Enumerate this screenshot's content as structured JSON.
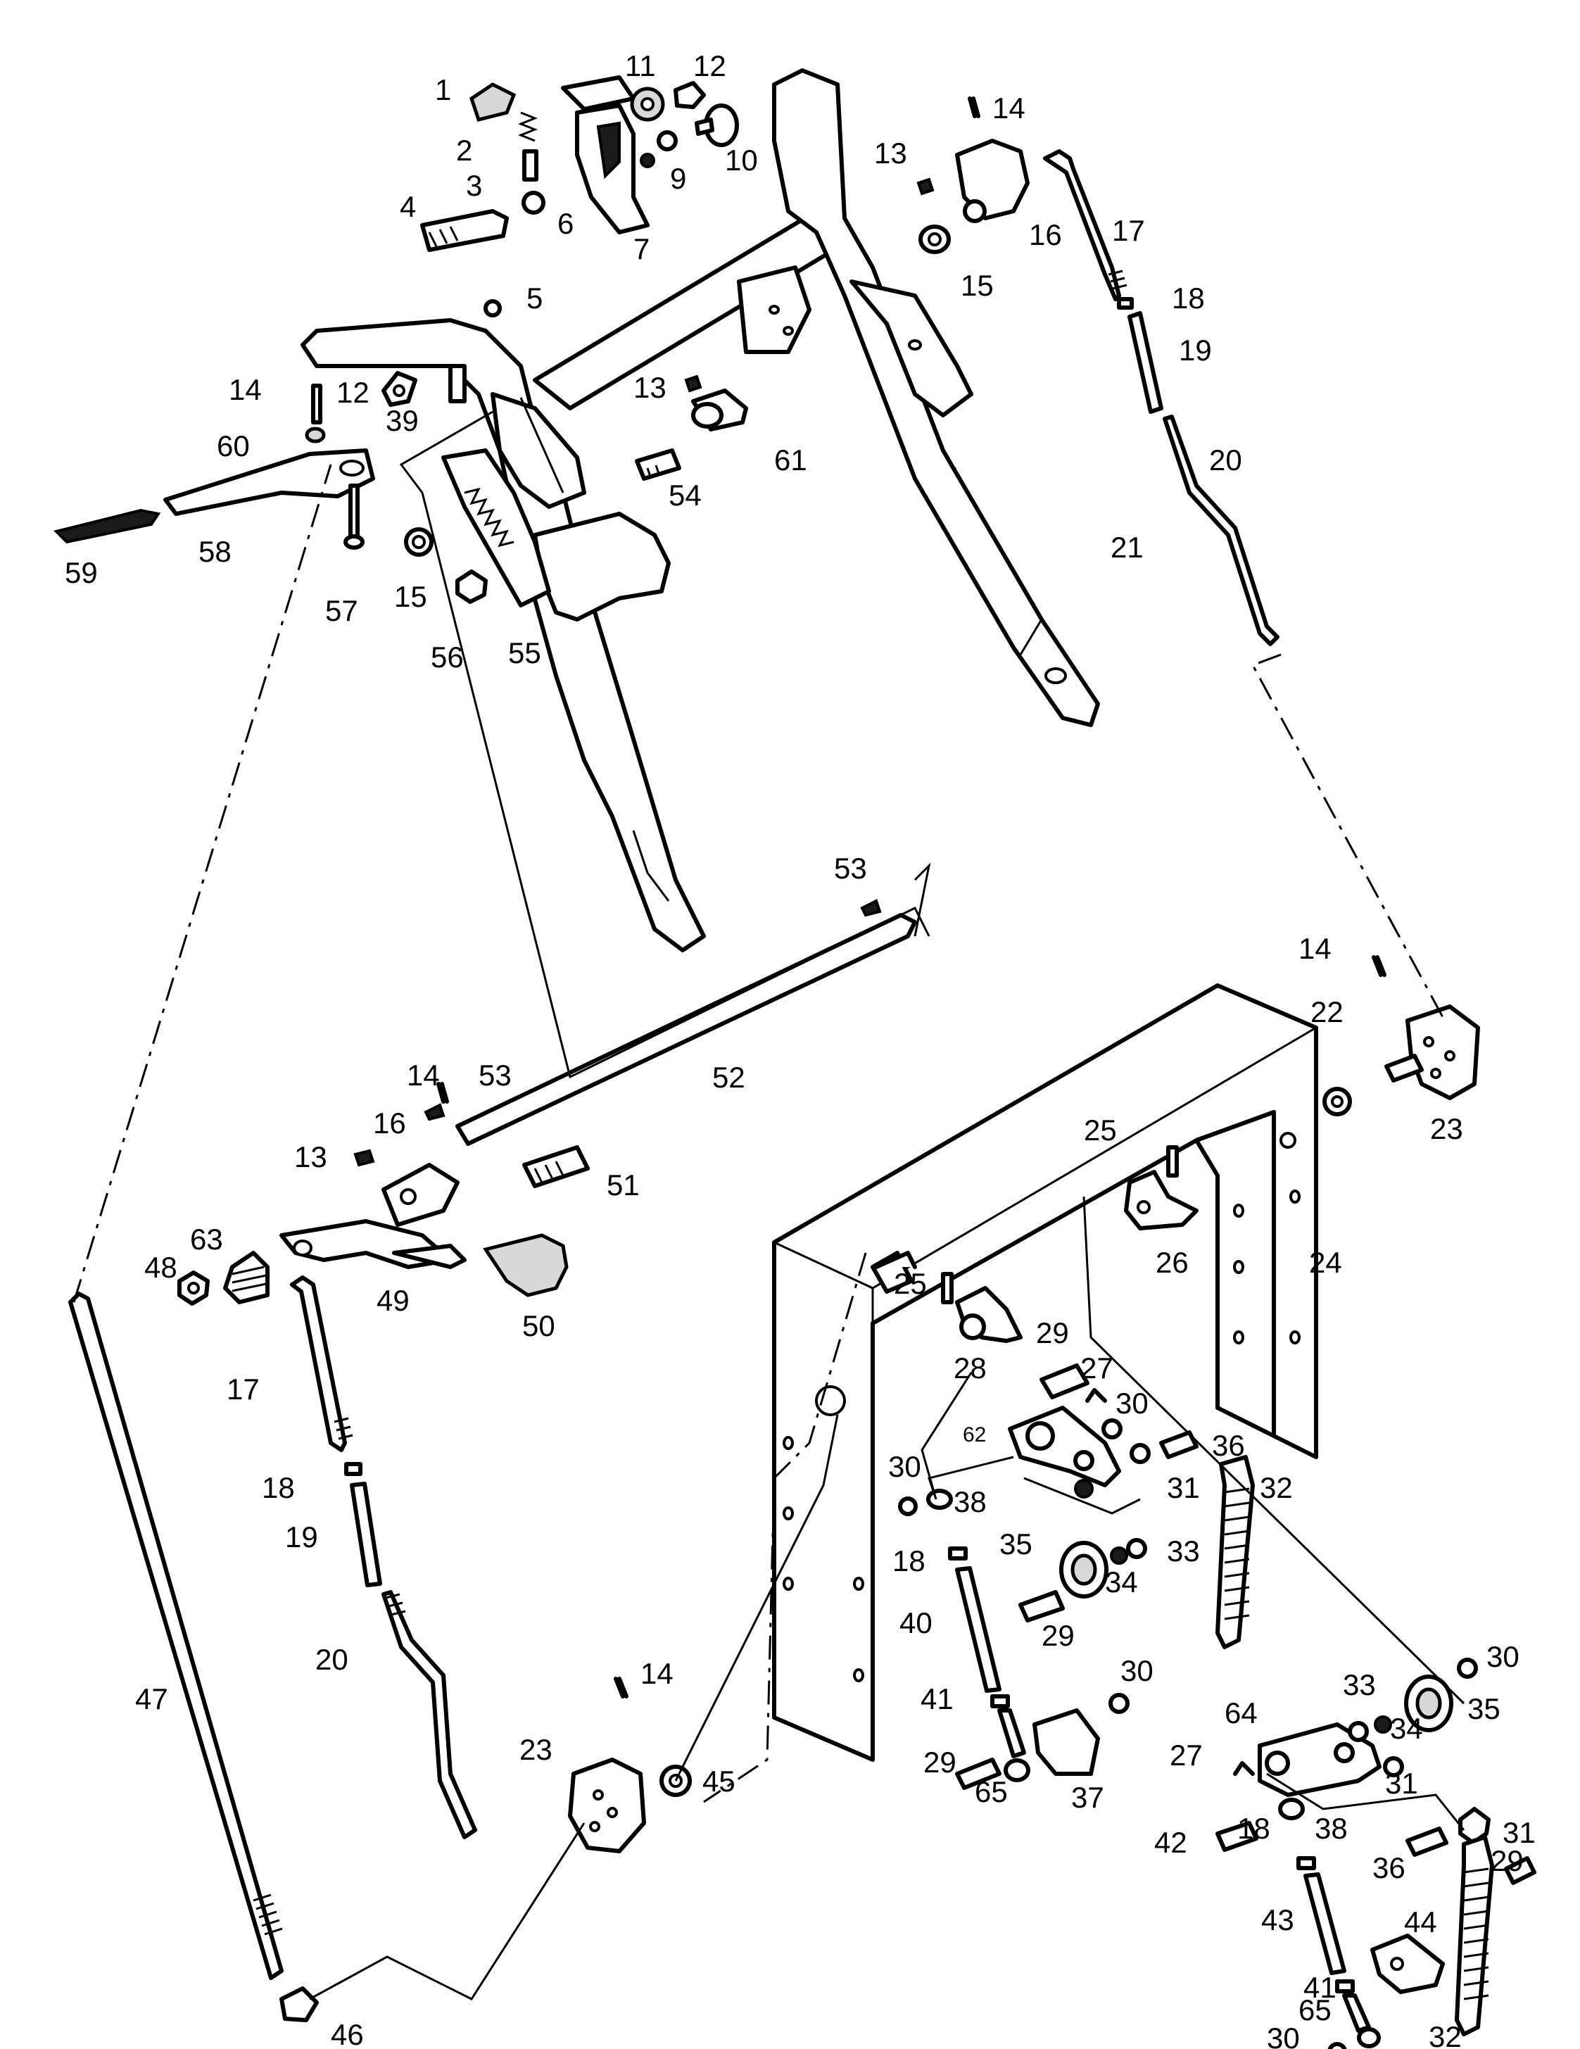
{
  "callouts": {
    "c1": "1",
    "c2": "2",
    "c3": "3",
    "c4": "4",
    "c5": "5",
    "c6": "6",
    "c7": "7",
    "c9": "9",
    "c10": "10",
    "c11": "11",
    "c12a": "12",
    "c12b": "12",
    "c13a": "13",
    "c13b": "13",
    "c13c": "13",
    "c14a": "14",
    "c14b": "14",
    "c14c": "14",
    "c14d": "14",
    "c14e": "14",
    "c15a": "15",
    "c15b": "15",
    "c16a": "16",
    "c16b": "16",
    "c17a": "17",
    "c17b": "17",
    "c18a": "18",
    "c18b": "18",
    "c18c": "18",
    "c18d": "18",
    "c19a": "19",
    "c19b": "19",
    "c20a": "20",
    "c20b": "20",
    "c21": "21",
    "c22": "22",
    "c23a": "23",
    "c23b": "23",
    "c24": "24",
    "c25a": "25",
    "c25b": "25",
    "c26": "26",
    "c27a": "27",
    "c27b": "27",
    "c28": "28",
    "c29a": "29",
    "c29b": "29",
    "c29c": "29",
    "c29d": "29",
    "c30a": "30",
    "c30b": "30",
    "c30c": "30",
    "c30d": "30",
    "c30e": "30",
    "c31a": "31",
    "c31b": "31",
    "c31c": "31",
    "c32a": "32",
    "c32b": "32",
    "c33a": "33",
    "c33b": "33",
    "c34a": "34",
    "c34b": "34",
    "c35a": "35",
    "c35b": "35",
    "c36a": "36",
    "c36b": "36",
    "c37": "37",
    "c38a": "38",
    "c38b": "38",
    "c39": "39",
    "c40": "40",
    "c41a": "41",
    "c41b": "41",
    "c42": "42",
    "c43": "43",
    "c44": "44",
    "c45": "45",
    "c46": "46",
    "c47": "47",
    "c48": "48",
    "c49": "49",
    "c50": "50",
    "c51": "51",
    "c52": "52",
    "c53a": "53",
    "c53b": "53",
    "c54": "54",
    "c55": "55",
    "c56": "56",
    "c57": "57",
    "c58": "58",
    "c59": "59",
    "c60": "60",
    "c61": "61",
    "c62": "62",
    "c63": "63",
    "c64": "64",
    "c65a": "65",
    "c65b": "65"
  }
}
